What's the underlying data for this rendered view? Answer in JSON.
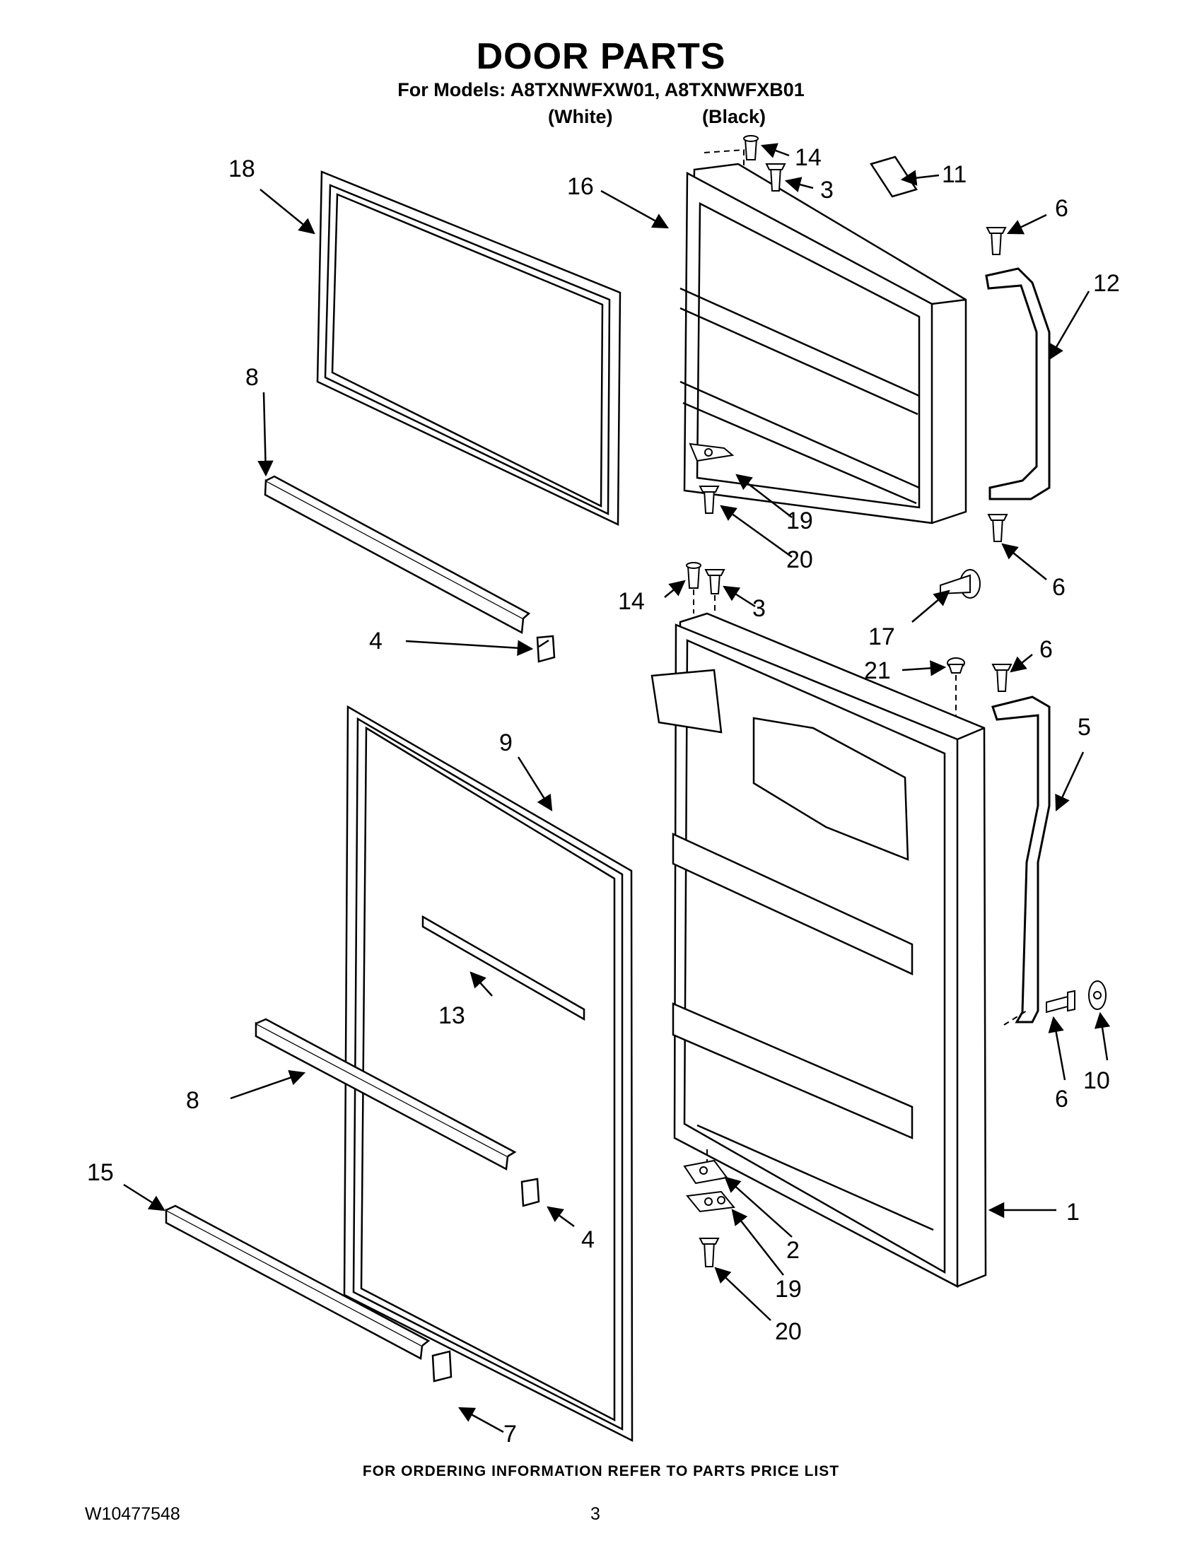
{
  "header": {
    "title": "DOOR PARTS",
    "models": "For Models: A8TXNWFXW01, A8TXNWFXB01",
    "variant_white": "(White)",
    "variant_black": "(Black)"
  },
  "callouts": {
    "c18": "18",
    "c8a": "8",
    "c4a": "4",
    "c9": "9",
    "c13": "13",
    "c8b": "8",
    "c15": "15",
    "c4b": "4",
    "c7": "7",
    "c16": "16",
    "c14a": "14",
    "c3a": "3",
    "c11": "11",
    "c6a": "6",
    "c12": "12",
    "c19a": "19",
    "c20a": "20",
    "c6b": "6",
    "c14b": "14",
    "c3b": "3",
    "c17": "17",
    "c21": "21",
    "c6c": "6",
    "c5": "5",
    "c10": "10",
    "c6d": "6",
    "c1": "1",
    "c2": "2",
    "c19b": "19",
    "c20b": "20"
  },
  "footer": {
    "ordering_note": "FOR ORDERING INFORMATION REFER TO PARTS PRICE LIST",
    "doc_number": "W10477548",
    "page_number": "3"
  }
}
